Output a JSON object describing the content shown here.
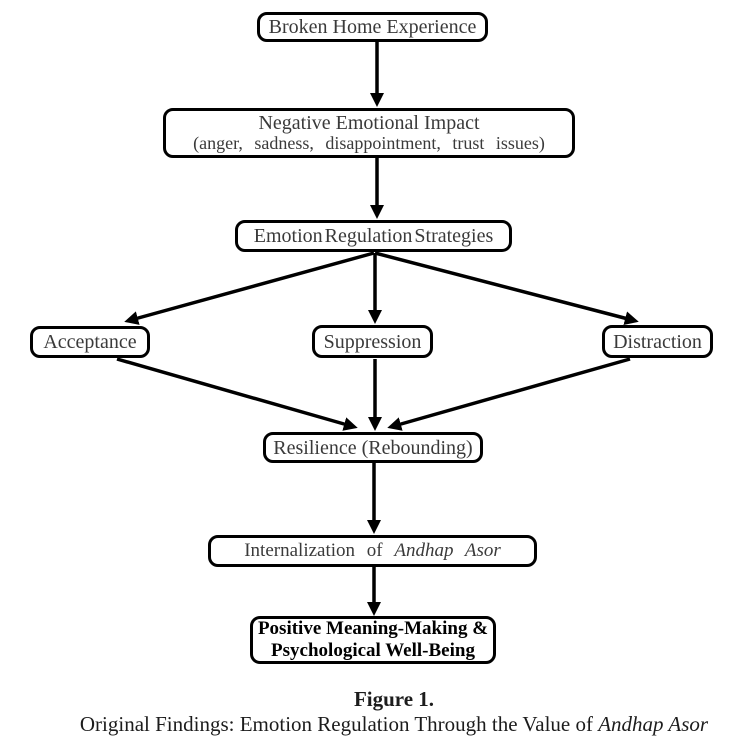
{
  "figure": {
    "nodes": [
      {
        "id": "broken-home",
        "label": "Broken Home Experience"
      },
      {
        "id": "negative-impact",
        "label": "Negative Emotional Impact",
        "sublabel": "(anger, sadness, disappointment, trust issues)"
      },
      {
        "id": "strategies",
        "label": "Emotion Regulation Strategies"
      },
      {
        "id": "acceptance",
        "label": "Acceptance"
      },
      {
        "id": "suppression",
        "label": "Suppression"
      },
      {
        "id": "distraction",
        "label": "Distraction"
      },
      {
        "id": "resilience",
        "label": "Resilience (Rebounding)"
      },
      {
        "id": "internalization",
        "label_prefix": "Internalization of ",
        "label_italic": "Andhap Asor"
      },
      {
        "id": "positive",
        "line1": "Positive Meaning-Making &",
        "line2": "Psychological Well-Being"
      }
    ],
    "edges": [
      {
        "from": "broken-home",
        "to": "negative-impact"
      },
      {
        "from": "negative-impact",
        "to": "strategies"
      },
      {
        "from": "strategies",
        "to": "acceptance"
      },
      {
        "from": "strategies",
        "to": "suppression"
      },
      {
        "from": "strategies",
        "to": "distraction"
      },
      {
        "from": "acceptance",
        "to": "resilience"
      },
      {
        "from": "suppression",
        "to": "resilience"
      },
      {
        "from": "distraction",
        "to": "resilience"
      },
      {
        "from": "resilience",
        "to": "internalization"
      },
      {
        "from": "internalization",
        "to": "positive"
      }
    ]
  },
  "caption": {
    "title": "Figure 1.",
    "text_prefix": "Original Findings: Emotion Regulation Through the Value of ",
    "text_italic": "Andhap Asor"
  },
  "colors": {
    "border": "#000000",
    "arrow": "#000000",
    "node_text": "#3a3a3a",
    "emphasis_text": "#000000",
    "background": "#ffffff"
  }
}
